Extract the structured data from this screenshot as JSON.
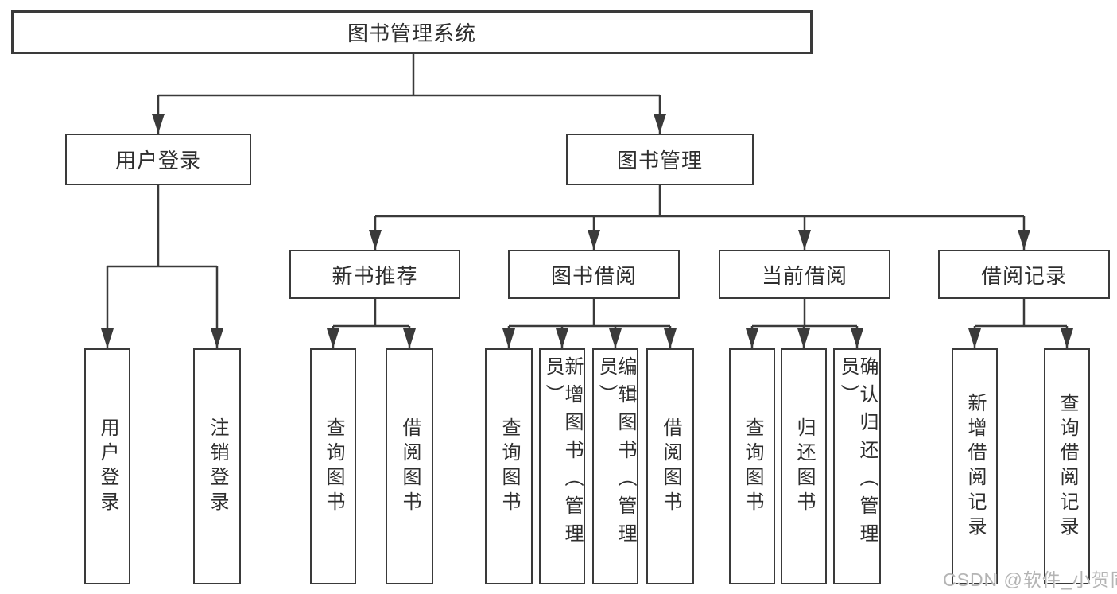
{
  "tree": {
    "root": "图书管理系统",
    "branches": [
      {
        "label": "用户登录",
        "children": [
          {
            "label": "用户登录"
          },
          {
            "label": "注销登录"
          }
        ]
      },
      {
        "label": "图书管理",
        "children": [
          {
            "label": "新书推荐",
            "children": [
              {
                "label": "查询图书"
              },
              {
                "label": "借阅图书"
              }
            ]
          },
          {
            "label": "图书借阅",
            "children": [
              {
                "label": "查询图书"
              },
              {
                "label": "新增图书（管理员）"
              },
              {
                "label": "编辑图书（管理员）"
              },
              {
                "label": "借阅图书"
              }
            ]
          },
          {
            "label": "当前借阅",
            "children": [
              {
                "label": "查询图书"
              },
              {
                "label": "归还图书"
              },
              {
                "label": "确认归还（管理员）"
              }
            ]
          },
          {
            "label": "借阅记录",
            "children": [
              {
                "label": "新增借阅记录"
              },
              {
                "label": "查询借阅记录"
              }
            ]
          }
        ]
      }
    ]
  },
  "watermark": {
    "text": "CSDN @软件_小贺同学"
  },
  "colors": {
    "line": "#3a3a3a",
    "box_border": "#3a3a3a",
    "text": "#2e2e2e",
    "background": "#ffffff",
    "watermark": "#b4b4b4"
  }
}
